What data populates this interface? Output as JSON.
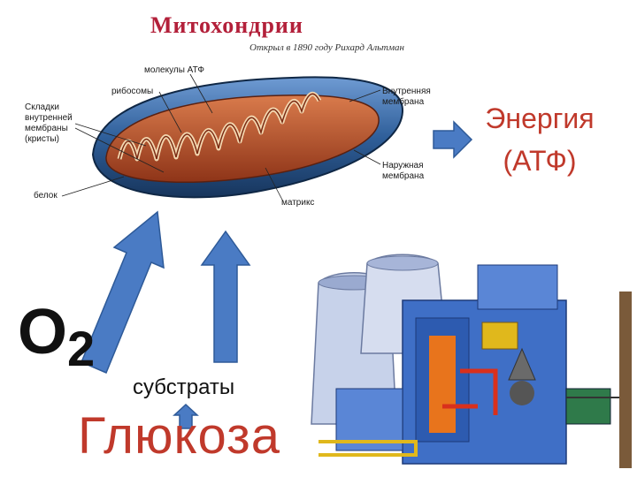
{
  "mito": {
    "title": "Митохондрии",
    "subtitle": "Открыл в 1890 году Рихард Альтман",
    "labels": {
      "atp_molecules": "молекулы АТФ",
      "ribosomes": "рибосомы",
      "cristae_1": "Складки",
      "cristae_2": "внутренней",
      "cristae_3": "мембраны",
      "cristae_4": "(кристы)",
      "inner_1": "Внутренняя",
      "inner_2": "мембрана",
      "outer_1": "Наружная",
      "outer_2": "мембрана",
      "protein": "белок",
      "matrix": "матрикс"
    }
  },
  "energy": {
    "line1": "Энергия",
    "line2": "(АТФ)"
  },
  "oxygen": {
    "main": "O",
    "sub": "2"
  },
  "substrates": "субстраты",
  "glucose": "Глюкоза",
  "colors": {
    "arrow_blue": "#4a7bc4",
    "accent_red": "#c0392b",
    "mito_blue": "#2f5f9a",
    "mito_inner": "#b5462a"
  }
}
